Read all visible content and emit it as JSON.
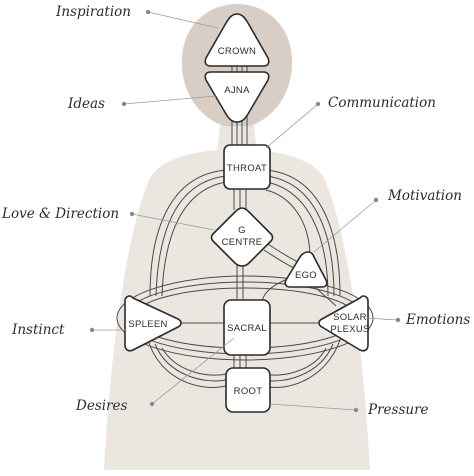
{
  "centres": {
    "crown": "CROWN",
    "ajna": "AJNA",
    "throat": "THROAT",
    "g_line1": "G",
    "g_line2": "CENTRE",
    "ego": "EGO",
    "spleen": "SPLEEN",
    "sacral": "SACRAL",
    "solar_line1": "SOLAR",
    "solar_line2": "PLEXUS",
    "root": "ROOT"
  },
  "annotations": {
    "inspiration": "Inspiration",
    "ideas": "Ideas",
    "communication": "Communication",
    "love_direction": "Love & Direction",
    "motivation": "Motivation",
    "instinct": "Instinct",
    "emotions": "Emotions",
    "desires": "Desires",
    "pressure": "Pressure"
  },
  "colors": {
    "silhouette": "#ece6e1",
    "head_shade": "#d9cec6",
    "line": "#2a2a2a",
    "leader": "#9a9a9a"
  }
}
